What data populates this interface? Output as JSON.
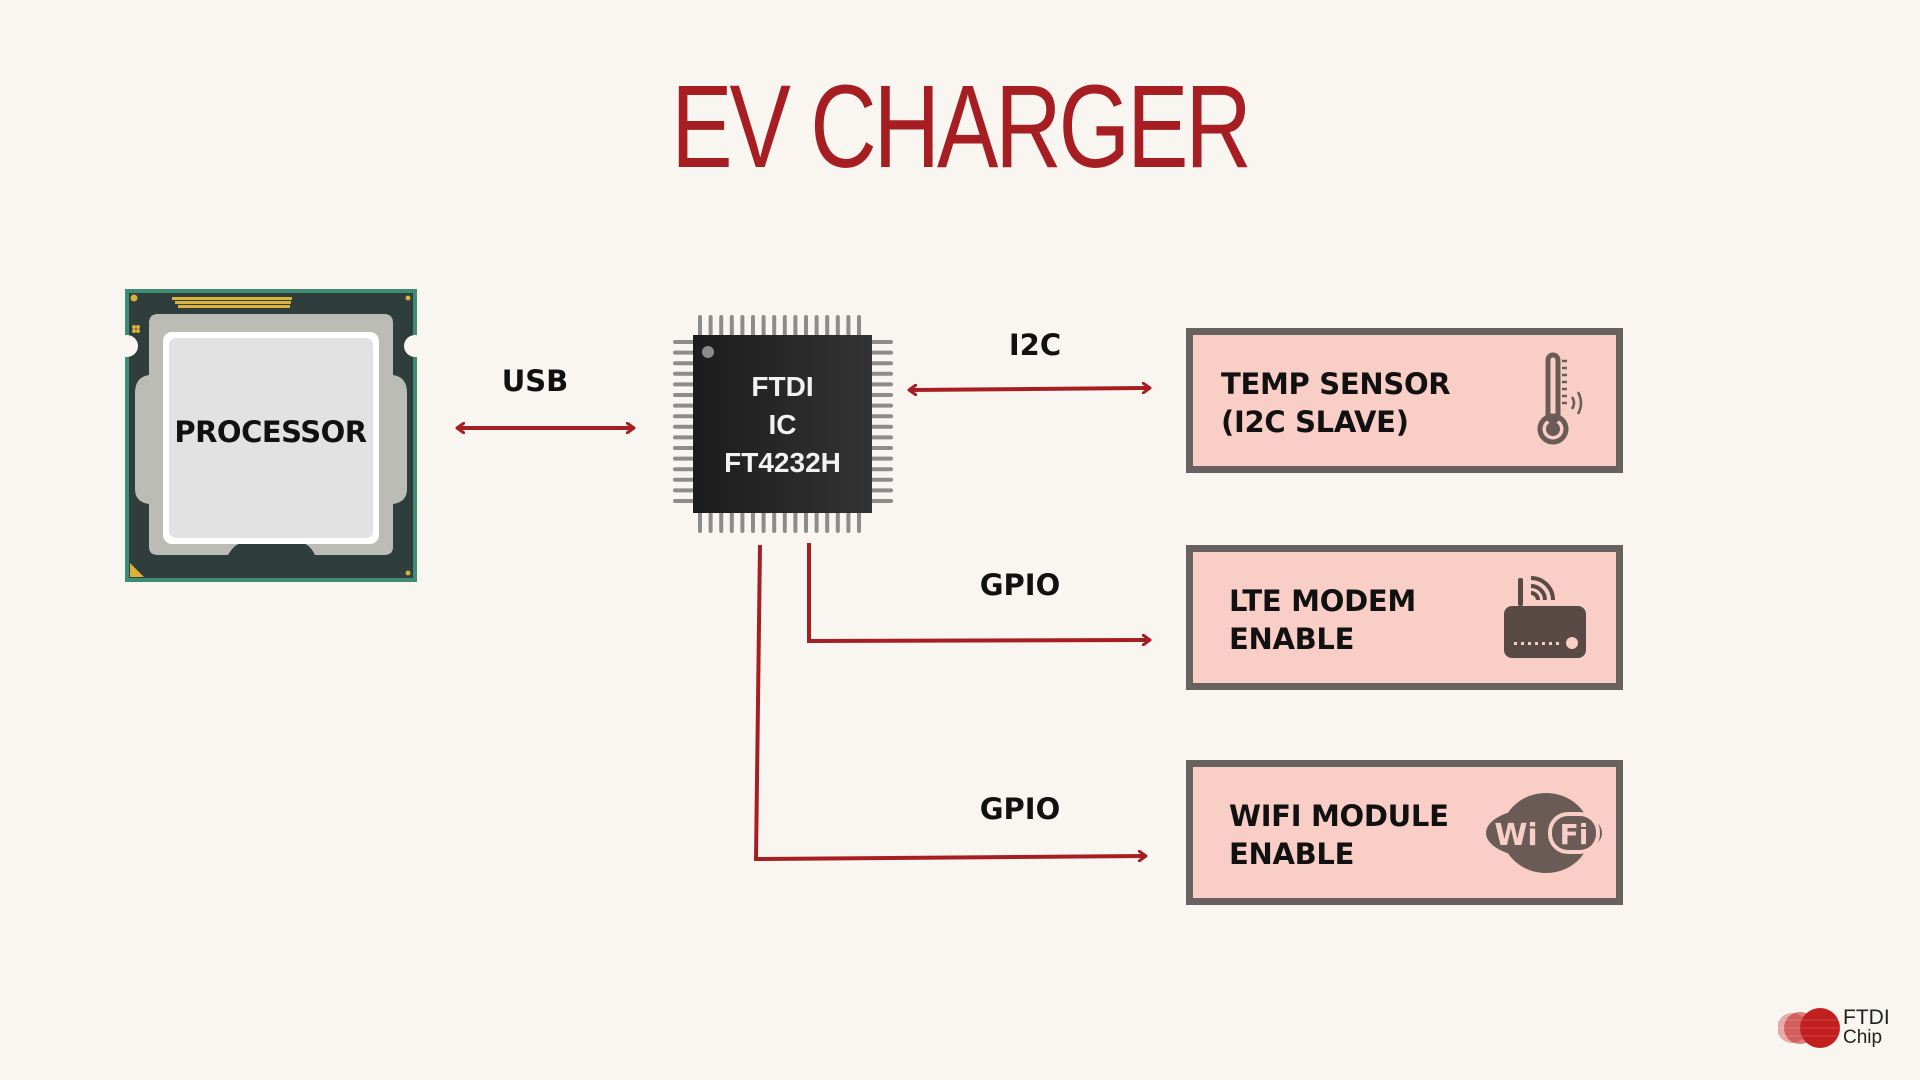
{
  "title": "EV CHARGER",
  "colors": {
    "background": "#F9F6F2",
    "accent": "#A61E22",
    "box_fill": "#F9CEC6",
    "box_border": "#676260",
    "icon": "#6B5B57",
    "chip_body": "#232323",
    "chip_pins": "#8C8C8C"
  },
  "processor": {
    "label": "PROCESSOR"
  },
  "chip": {
    "line1": "FTDI",
    "line2": "IC",
    "line3": "FT4232H"
  },
  "connections": [
    {
      "label": "USB",
      "from": "processor",
      "to": "chip",
      "direction": "bidirectional"
    },
    {
      "label": "I2C",
      "from": "chip",
      "to": "temp_sensor",
      "direction": "bidirectional"
    },
    {
      "label": "GPIO",
      "from": "chip",
      "to": "lte_modem",
      "direction": "forward"
    },
    {
      "label": "GPIO",
      "from": "chip",
      "to": "wifi_module",
      "direction": "forward"
    }
  ],
  "peripherals": [
    {
      "id": "temp_sensor",
      "line1": "TEMP SENSOR",
      "line2": "(I2C SLAVE)",
      "icon": "thermometer-icon"
    },
    {
      "id": "lte_modem",
      "line1": "LTE MODEM",
      "line2": "ENABLE",
      "icon": "router-icon"
    },
    {
      "id": "wifi_module",
      "line1": "WIFI MODULE",
      "line2": "ENABLE",
      "icon": "wifi-logo-icon",
      "icon_text_left": "Wi",
      "icon_text_right": "Fi"
    }
  ],
  "logo": {
    "line1": "FTDI",
    "line2": "Chip"
  }
}
